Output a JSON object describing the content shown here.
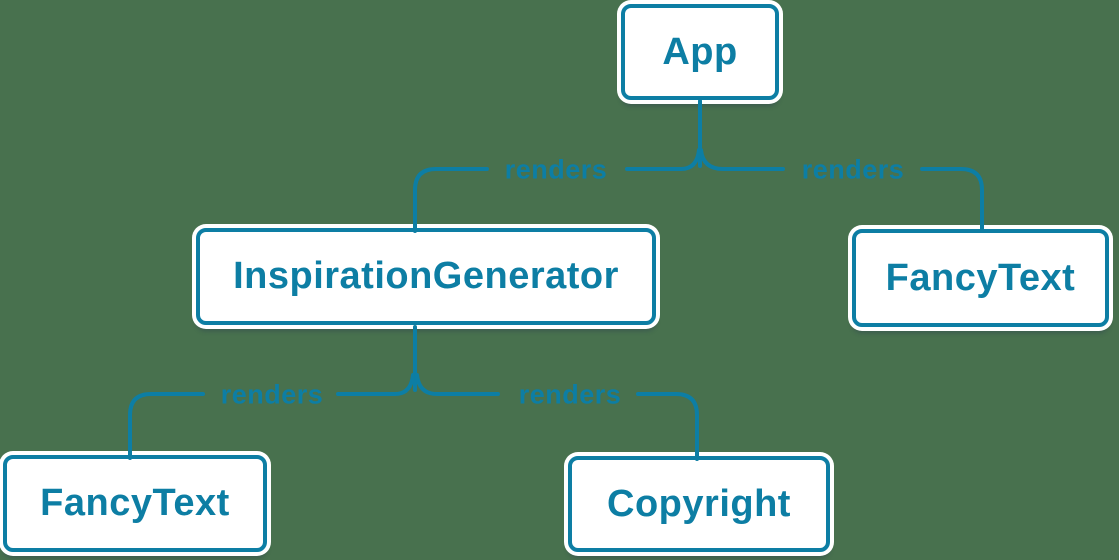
{
  "colors": {
    "background": "#48714e",
    "accent": "#0d7ea4",
    "node_fill": "#ffffff"
  },
  "nodes": [
    {
      "id": "app",
      "label": "App"
    },
    {
      "id": "inspiration-generator",
      "label": "InspirationGenerator"
    },
    {
      "id": "fancy-text-top",
      "label": "FancyText"
    },
    {
      "id": "fancy-text-bottom",
      "label": "FancyText"
    },
    {
      "id": "copyright",
      "label": "Copyright"
    }
  ],
  "edges": [
    {
      "from": "App",
      "to": "InspirationGenerator",
      "label": "renders"
    },
    {
      "from": "App",
      "to": "FancyText",
      "label": "renders"
    },
    {
      "from": "InspirationGenerator",
      "to": "FancyText",
      "label": "renders"
    },
    {
      "from": "InspirationGenerator",
      "to": "Copyright",
      "label": "renders"
    }
  ]
}
